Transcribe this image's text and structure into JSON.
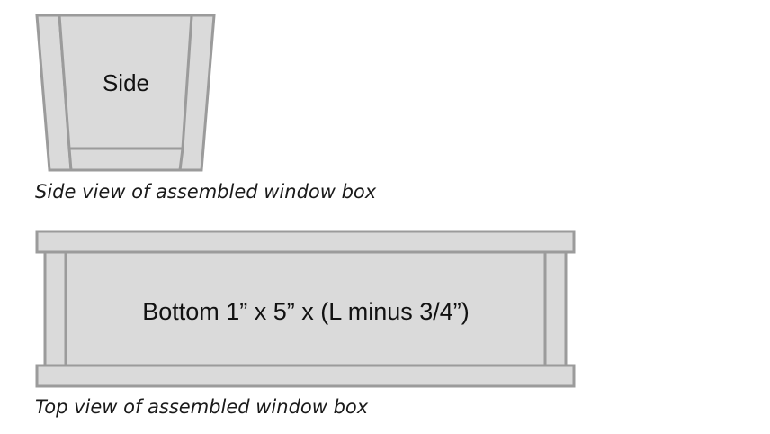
{
  "side_view": {
    "panel_label": "Side",
    "caption": "Side view of assembled window box"
  },
  "top_view": {
    "bottom_label": "Bottom 1” x 5” x (L minus 3/4”)",
    "caption": "Top view of assembled window box"
  },
  "colors": {
    "panel_fill": "#dadada",
    "panel_stroke": "#9b9b9b",
    "text": "#111111"
  }
}
